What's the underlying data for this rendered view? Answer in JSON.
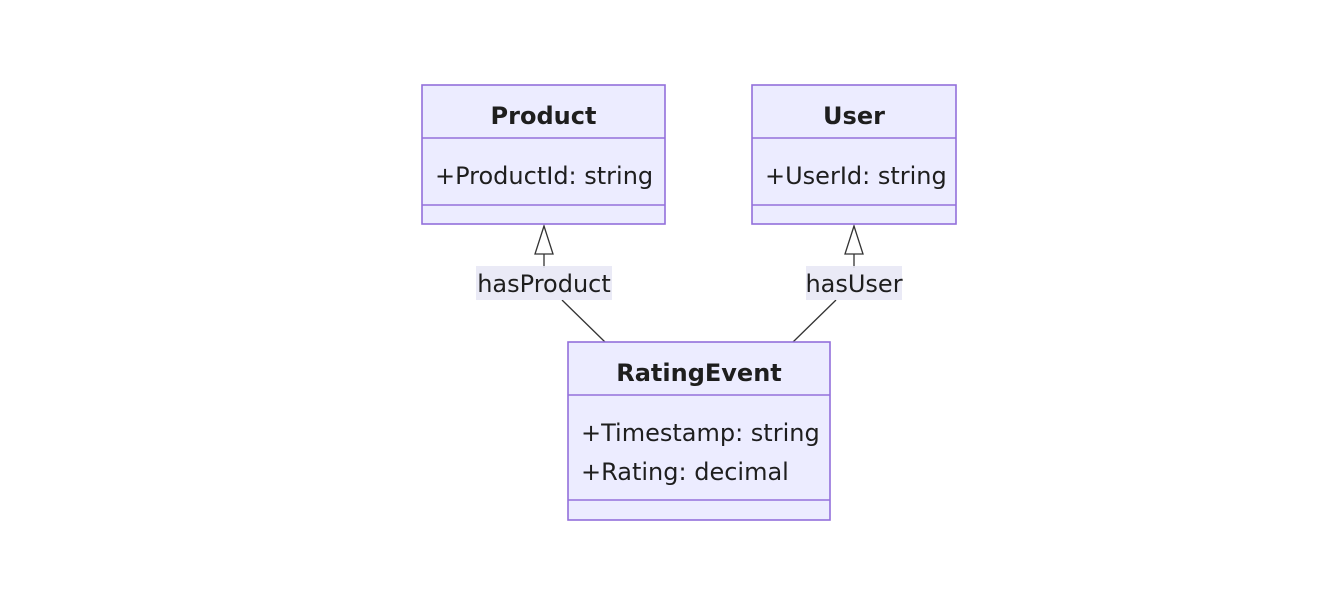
{
  "diagram": {
    "type": "class-diagram",
    "colors": {
      "box_fill": "#ECECFF",
      "box_border": "#9370DB",
      "line": "#333333",
      "text": "#1e1e1e",
      "label_background": "#E8E8F5"
    },
    "classes": {
      "product": {
        "name": "Product",
        "attributes": [
          "+ProductId: string"
        ]
      },
      "user": {
        "name": "User",
        "attributes": [
          "+UserId: string"
        ]
      },
      "rating_event": {
        "name": "RatingEvent",
        "attributes": [
          "+Timestamp: string",
          "+Rating: decimal"
        ]
      }
    },
    "relations": [
      {
        "from": "RatingEvent",
        "to": "Product",
        "label": "hasProduct",
        "arrow": "hollow-triangle"
      },
      {
        "from": "RatingEvent",
        "to": "User",
        "label": "hasUser",
        "arrow": "hollow-triangle"
      }
    ]
  }
}
